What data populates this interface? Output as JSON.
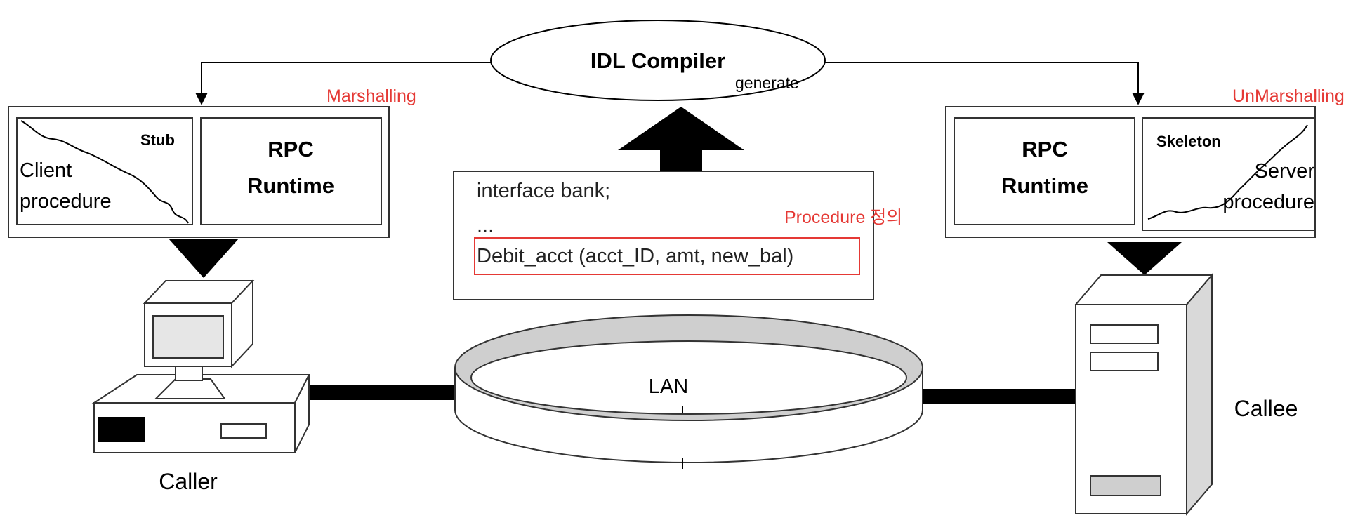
{
  "idl": {
    "compiler_label": "IDL Compiler",
    "generate_label": "generate"
  },
  "annotations": {
    "marshalling": "Marshalling",
    "unmarshalling": "UnMarshalling",
    "procedure_def": "Procedure 정의"
  },
  "client": {
    "stub_label": "Stub",
    "procedure_line1": "Client",
    "procedure_line2": "procedure",
    "runtime_line1": "RPC",
    "runtime_line2": "Runtime",
    "machine_label": "Caller"
  },
  "server": {
    "skeleton_label": "Skeleton",
    "procedure_line1": "Server",
    "procedure_line2": "procedure",
    "runtime_line1": "RPC",
    "runtime_line2": "Runtime",
    "machine_label": "Callee"
  },
  "interface_box": {
    "line1": "interface bank;",
    "line2": "...",
    "line3": "Debit_acct (acct_ID, amt, new_bal)"
  },
  "network": {
    "label": "LAN"
  },
  "colors": {
    "annotation_red": "#e53935",
    "stroke": "#000000",
    "box_stroke": "#333333",
    "lan_gray": "#cfcfcf",
    "monitor_panel": "#e6e6e6"
  }
}
